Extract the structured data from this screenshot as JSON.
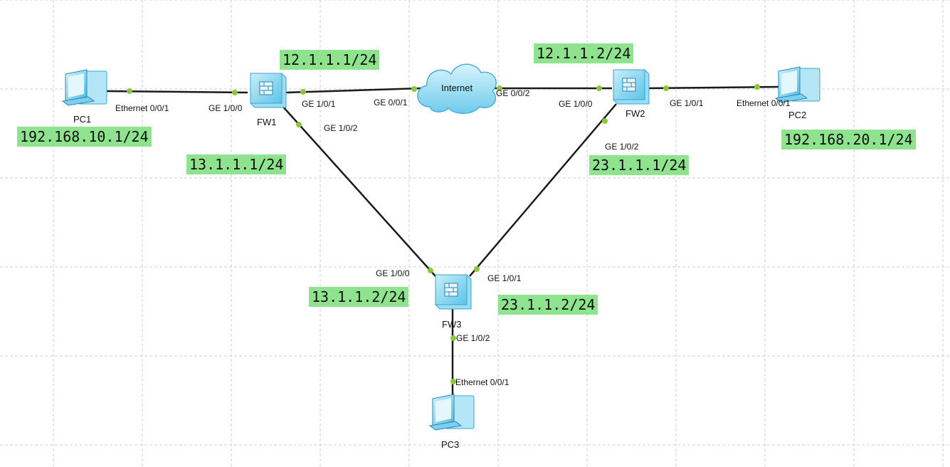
{
  "nodes": {
    "pc1": {
      "name": "PC1"
    },
    "pc2": {
      "name": "PC2"
    },
    "pc3": {
      "name": "PC3"
    },
    "fw1": {
      "name": "FW1"
    },
    "fw2": {
      "name": "FW2"
    },
    "fw3": {
      "name": "FW3"
    },
    "internet": {
      "name": "Internet"
    }
  },
  "ports": {
    "pc1_eth": "Ethernet 0/0/1",
    "fw1_ge100": "GE 1/0/0",
    "fw1_ge101": "GE 1/0/1",
    "fw1_ge102": "GE 1/0/2",
    "inet_ge001": "GE 0/0/1",
    "inet_ge002": "GE 0/0/2",
    "fw2_ge100": "GE 1/0/0",
    "fw2_ge101": "GE 1/0/1",
    "fw2_ge102": "GE 1/0/2",
    "pc2_eth": "Ethernet 0/0/1",
    "fw3_ge100": "GE 1/0/0",
    "fw3_ge101": "GE 1/0/1",
    "fw3_ge102": "GE 1/0/2",
    "pc3_eth": "Ethernet 0/0/1"
  },
  "ips": {
    "pc1": "192.168.10.1/24",
    "fw1_g1": "12.1.1.1/24",
    "fw1_g2": "13.1.1.1/24",
    "fw2_g0": "12.1.1.2/24",
    "fw2_g2": "23.1.1.1/24",
    "pc2": "192.168.20.1/24",
    "fw3_g0": "13.1.1.2/24",
    "fw3_g1": "23.1.1.2/24"
  },
  "colors": {
    "ip_bg": "#8fe38f",
    "link": "#1a1a1a",
    "port_dot": "#8cc63f",
    "device": "#7fd3ee",
    "grid": "#cfcfcf"
  }
}
